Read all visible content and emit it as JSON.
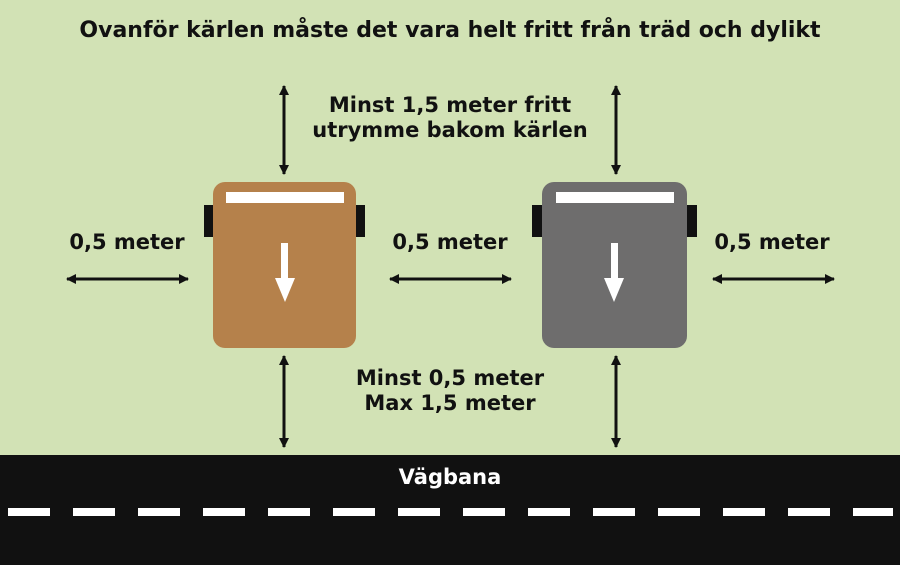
{
  "texts": {
    "headline": "Ovanför kärlen måste det vara helt fritt från träd och dylikt",
    "behind_line1": "Minst 1,5 meter fritt",
    "behind_line2": "utrymme bakom kärlen",
    "gap_left": "0,5 meter",
    "gap_middle": "0,5 meter",
    "gap_right": "0,5 meter",
    "front_line1": "Minst 0,5 meter",
    "front_line2": "Max 1,5 meter",
    "road": "Vägbana"
  },
  "colors": {
    "ground": "#d2e2b5",
    "bin_left": "#b5814b",
    "bin_right": "#6e6d6d",
    "road": "#111111",
    "road_markings": "#ffffff",
    "arrows": "#111111"
  }
}
